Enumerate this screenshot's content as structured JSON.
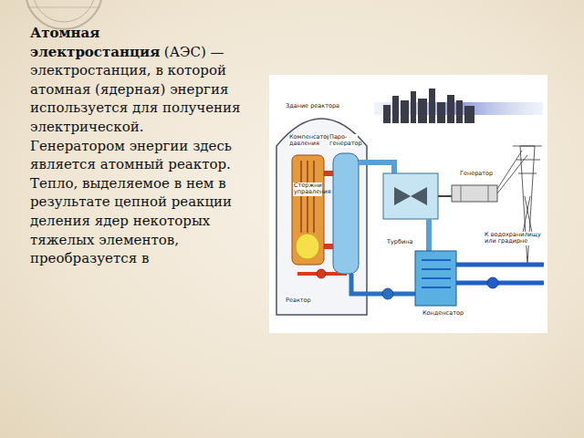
{
  "diagram": {
    "title": "Атомная электростанция",
    "labels": [
      "(АЭС) — электростанция, в которой атомная (ядерная) энергия используется для получения электрической. Генератором энергии здесь является атомный реактор. Тепло, выделяемое в нем в результате цепной реакции деления ядер некоторых тяжелых элементов, преобразуется в",
      "Здание реактора",
      "Компенсатор давления",
      "Паро-генератор",
      "Стержни управления",
      "Реактор",
      "Генератор",
      "Турбина",
      "Конденсатор",
      "К водохранилищу или градирне"
    ]
  }
}
